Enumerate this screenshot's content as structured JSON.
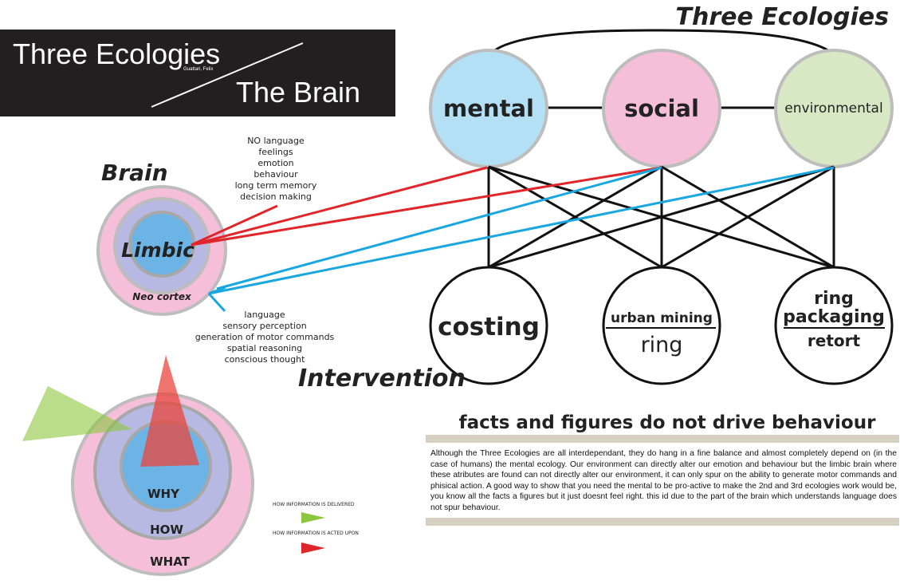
{
  "title_box": {
    "top": "Three Ecologies",
    "author": "Guattari, Felix",
    "bottom": "The Brain"
  },
  "ecologies": {
    "heading": "Three Ecologies",
    "mental": "mental",
    "social": "social",
    "environmental": "environmental",
    "colors": {
      "mental": "#b3e0f5",
      "social": "#f5bfd9",
      "environmental": "#d9e8c4"
    }
  },
  "interventions": {
    "heading": "Intervention",
    "costing": "costing",
    "urban_mining": "urban mining",
    "ring": "ring",
    "ring_top": "ring",
    "packaging": "packaging",
    "retort": "retort"
  },
  "brain": {
    "heading": "Brain",
    "limbic": "Limbic",
    "neo_cortex": "Neo cortex",
    "limbic_functions": [
      "NO language",
      "feelings",
      "emotion",
      "behaviour",
      "long term memory",
      "decision making"
    ],
    "neocortex_functions": [
      "language",
      "sensory perception",
      "generation of motor commands",
      "spatial reasoning",
      "conscious thought"
    ]
  },
  "golden_circle": {
    "why": "WHY",
    "how": "HOW",
    "what": "WHAT"
  },
  "legend": {
    "delivered": "HOW INFORMATION IS DELIVERED",
    "acted": "HOW INFORMATION IS ACTED UPON"
  },
  "facts": {
    "heading": "facts and figures do not drive behaviour",
    "paragraph": "Although the Three Ecologies are all interdependant, they do hang in a fine balance and almost completely depend on (in the case of humans) the mental ecology. Our environment can directly alter our emotion and behaviour but the limbic brain where these atributes are found can not directly alter our environment, it can only spur on the ability to generate motor commands and phisical action. A good way to show that you need the mental to be pro-active to make the 2nd and 3rd ecologies work would be, you know all the facts a figures but it just doesnt feel right. this id due to the part of the brain which understands language does not spur behaviour."
  },
  "line_colors": {
    "red": "#e0262a",
    "blue": "#1aa7e0",
    "black": "#111111"
  }
}
